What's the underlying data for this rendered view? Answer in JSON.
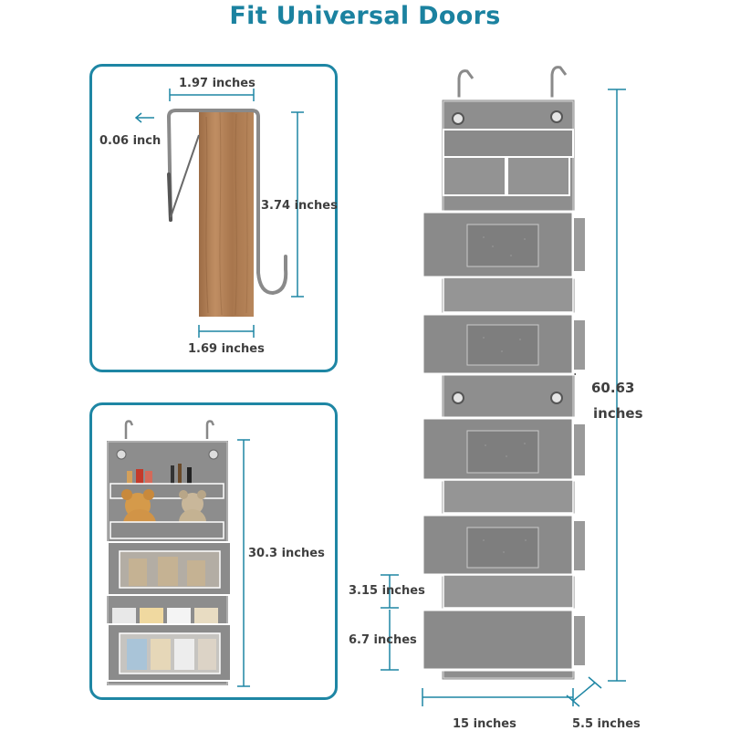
{
  "title": "Fit Universal Doors",
  "hook_panel": {
    "hook_width": "1.97 inches",
    "hook_thickness": "0.06 inch",
    "hook_height": "3.74 inches",
    "door_thickness": "1.69 inches"
  },
  "filled_panel": {
    "height": "30.3 inches"
  },
  "organizer": {
    "total_height_value": "60.63",
    "total_height_unit": "inches",
    "pocket_gap": "3.15 inches",
    "pocket_height": "6.7 inches",
    "width": "15 inches",
    "depth": "5.5 inches"
  },
  "colors": {
    "accent": "#1e86a4",
    "fabric": "#8e8e8e",
    "fabric_dark": "#7a7a7a",
    "trim": "#ffffff",
    "wood": "#b07f55"
  }
}
